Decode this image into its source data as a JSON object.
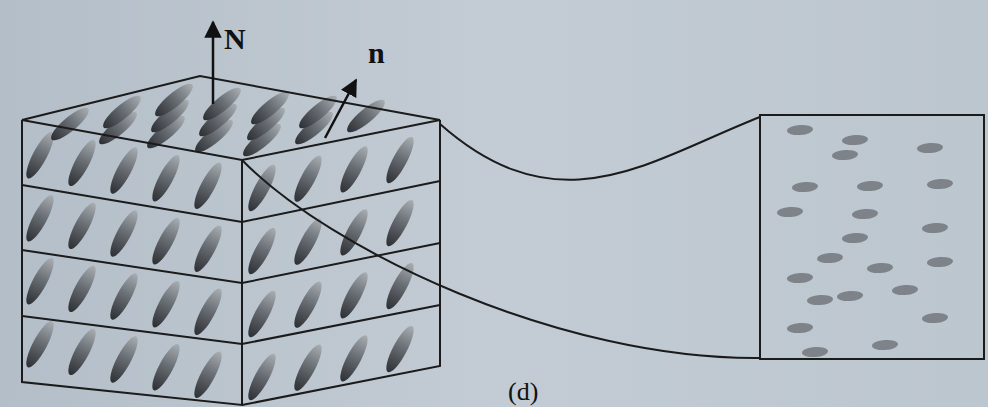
{
  "diagram": {
    "labels": [
      "N",
      "n",
      "(d)"
    ]
  }
}
